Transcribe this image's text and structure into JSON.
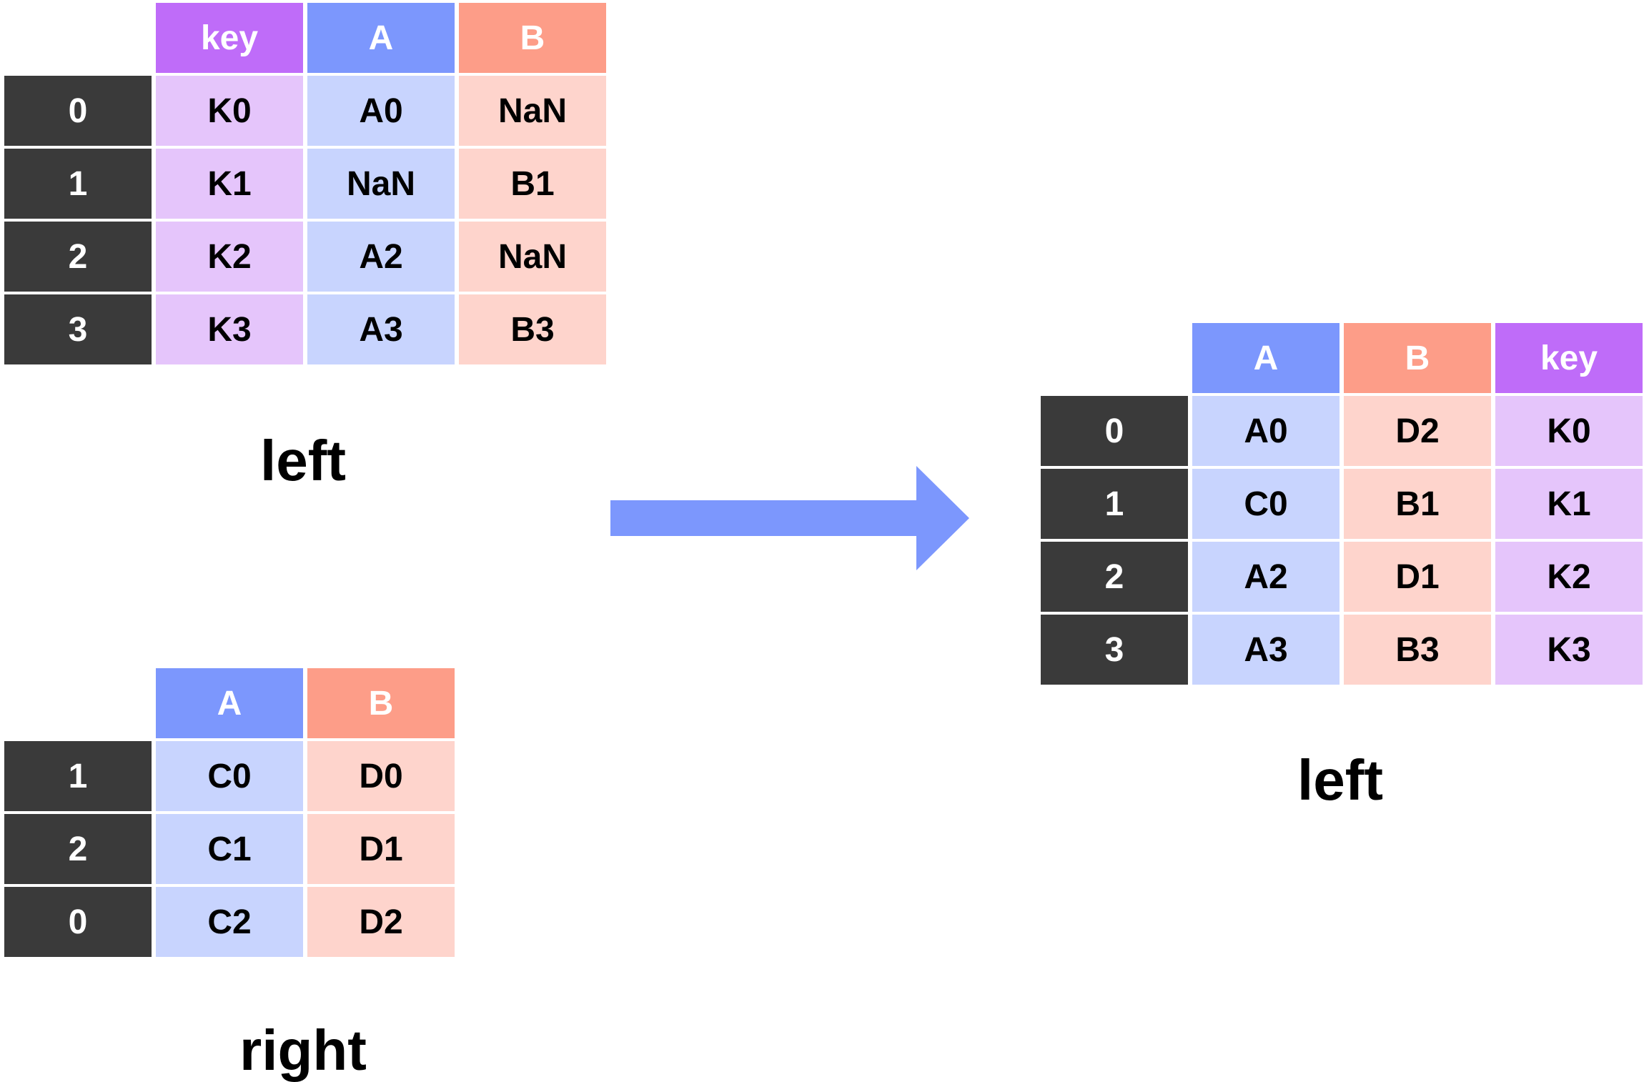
{
  "colors": {
    "key_header": "#bf6cf9",
    "key_cell": "#e5c5fb",
    "a_header": "#7c97fd",
    "a_cell": "#c8d4fe",
    "b_header": "#fd9d88",
    "b_cell": "#fed4cc",
    "index": "#3a3a3a",
    "arrow": "#7c97fd"
  },
  "left_table": {
    "caption": "left",
    "columns": [
      {
        "label": "key",
        "kind": "key"
      },
      {
        "label": "A",
        "kind": "a"
      },
      {
        "label": "B",
        "kind": "b"
      }
    ],
    "rows": [
      {
        "index": "0",
        "cells": [
          "K0",
          "A0",
          "NaN"
        ]
      },
      {
        "index": "1",
        "cells": [
          "K1",
          "NaN",
          "B1"
        ]
      },
      {
        "index": "2",
        "cells": [
          "K2",
          "A2",
          "NaN"
        ]
      },
      {
        "index": "3",
        "cells": [
          "K3",
          "A3",
          "B3"
        ]
      }
    ]
  },
  "right_table": {
    "caption": "right",
    "columns": [
      {
        "label": "A",
        "kind": "a"
      },
      {
        "label": "B",
        "kind": "b"
      }
    ],
    "rows": [
      {
        "index": "1",
        "cells": [
          "C0",
          "D0"
        ]
      },
      {
        "index": "2",
        "cells": [
          "C1",
          "D1"
        ]
      },
      {
        "index": "0",
        "cells": [
          "C2",
          "D2"
        ]
      }
    ]
  },
  "result_table": {
    "caption": "left",
    "columns": [
      {
        "label": "A",
        "kind": "a"
      },
      {
        "label": "B",
        "kind": "b"
      },
      {
        "label": "key",
        "kind": "key"
      }
    ],
    "rows": [
      {
        "index": "0",
        "cells": [
          "A0",
          "D2",
          "K0"
        ]
      },
      {
        "index": "1",
        "cells": [
          "C0",
          "B1",
          "K1"
        ]
      },
      {
        "index": "2",
        "cells": [
          "A2",
          "D1",
          "K2"
        ]
      },
      {
        "index": "3",
        "cells": [
          "A3",
          "B3",
          "K3"
        ]
      }
    ]
  }
}
